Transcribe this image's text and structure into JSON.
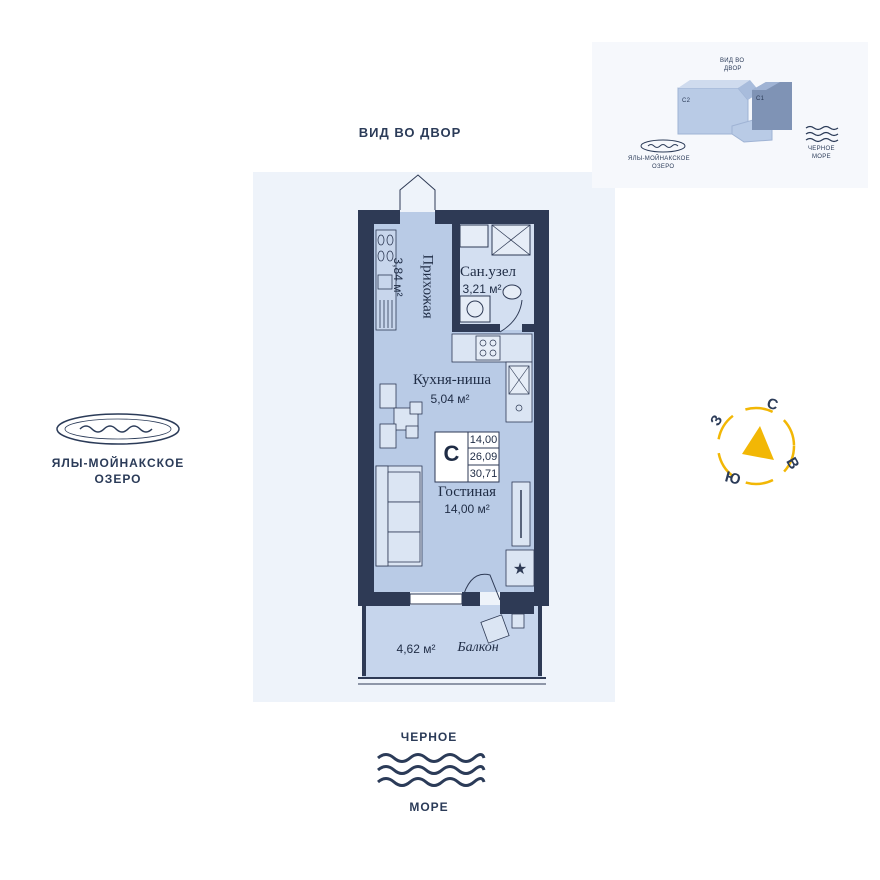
{
  "header": {
    "courtyard_view": "ВИД ВО ДВОР"
  },
  "lake": {
    "line1": "ЯЛЫ-МОЙНАКСКОЕ",
    "line2": "ОЗЕРО"
  },
  "sea": {
    "line1": "ЧЕРНОЕ",
    "line2": "МОРЕ"
  },
  "rooms": {
    "hallway": {
      "name": "Прихожая",
      "area": "3,84 м²"
    },
    "bathroom": {
      "name": "Сан.узел",
      "area": "3,21 м²"
    },
    "kitchen": {
      "name": "Кухня-ниша",
      "area": "5,04 м²"
    },
    "living": {
      "name": "Гостиная",
      "area": "14,00 м²"
    },
    "balcony": {
      "name": "Балкон",
      "area": "4,62 м²"
    }
  },
  "type_badge": {
    "letter": "C",
    "values": [
      "14,00",
      "26,09",
      "30,71"
    ]
  },
  "compass": {
    "north": "С",
    "east": "В",
    "south": "Ю",
    "west": "З",
    "accent": "#f2b705"
  },
  "minimap": {
    "building_c2": "C2",
    "building_c1": "C1",
    "courtyard_view_line1": "ВИД ВО",
    "courtyard_view_line2": "ДВОР",
    "lake_line1": "ЯЛЫ-МОЙНАКСКОЕ",
    "lake_line2": "ОЗЕРО",
    "sea_line1": "ЧЕРНОЕ",
    "sea_line2": "МОРЕ"
  },
  "colors": {
    "wall": "#2e3a55",
    "floor": "#b9cbe6",
    "plan_bg": "#eef3fa",
    "text": "#2b3b58"
  }
}
